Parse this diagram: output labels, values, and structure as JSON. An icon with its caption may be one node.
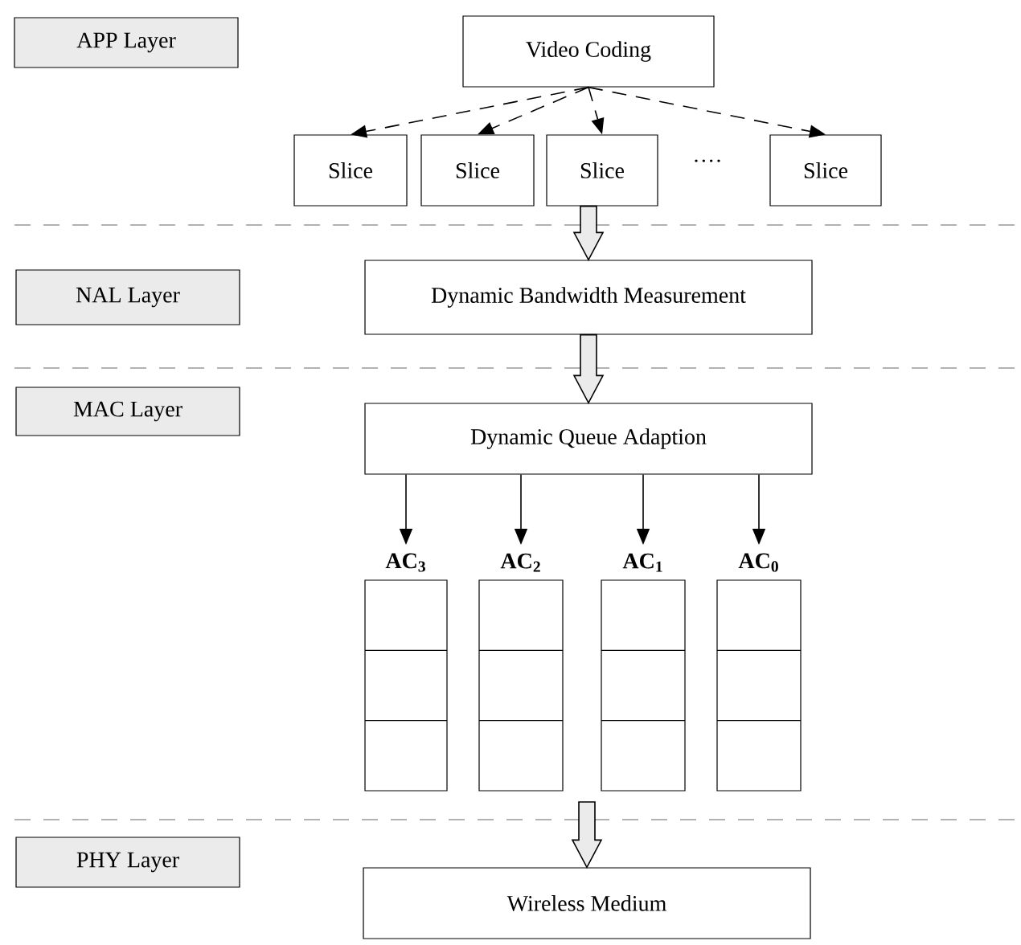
{
  "diagram": {
    "nodes": [
      {
        "text": [
          "APP Layer"
        ]
      },
      {
        "text": [
          "Video Coding"
        ]
      },
      {
        "text": [
          "Slice"
        ]
      },
      {
        "text": [
          "Slice"
        ]
      },
      {
        "text": [
          "Slice"
        ]
      },
      {
        "text": [
          "Slice"
        ]
      },
      {
        "text": [
          "NAL Layer"
        ]
      },
      {
        "text": [
          "Dynamic Bandwidth Measurement"
        ]
      },
      {
        "text": [
          "MAC Layer"
        ]
      },
      {
        "text": [
          "Dynamic Queue Adaption"
        ]
      },
      {
        "text": [],
        "shape": "box",
        "beside": [
          "AC$_{3}$"
        ]
      },
      {
        "text": [],
        "shape": "box",
        "beside": [
          "AC$_{2}$"
        ]
      },
      {
        "text": [],
        "shape": "box",
        "beside": [
          "AC$_{1}$"
        ]
      },
      {
        "text": [],
        "shape": "box",
        "beside": [
          "AC$_{0}$"
        ]
      },
      {
        "text": [
          "PHY Layer"
        ]
      },
      {
        "text": [
          "Wireless Medium"
        ]
      }
    ],
    "edges": [
      {
        "from": 1,
        "to": 2,
        "arrow": "to",
        "style": "dashed"
      },
      {
        "from": 1,
        "to": 3,
        "arrow": "to",
        "style": "dashed"
      },
      {
        "from": 1,
        "to": 4,
        "arrow": "to",
        "style": "dashed"
      },
      {
        "from": 1,
        "to": 5,
        "arrow": "to",
        "style": "dashed"
      },
      {
        "from": 4,
        "to": 7,
        "arrow": "to",
        "style": "thick"
      },
      {
        "from": 7,
        "to": 9,
        "arrow": "to",
        "style": "thick"
      },
      {
        "from": 9,
        "to": 10,
        "arrow": "to"
      },
      {
        "from": 9,
        "to": 11,
        "arrow": "to"
      },
      {
        "from": 9,
        "to": 12,
        "arrow": "to"
      },
      {
        "from": 9,
        "to": 13,
        "arrow": "to"
      },
      {
        "from": null,
        "to": 15,
        "arrow": "to",
        "style": "thick"
      }
    ],
    "labels": [
      "····"
    ]
  }
}
